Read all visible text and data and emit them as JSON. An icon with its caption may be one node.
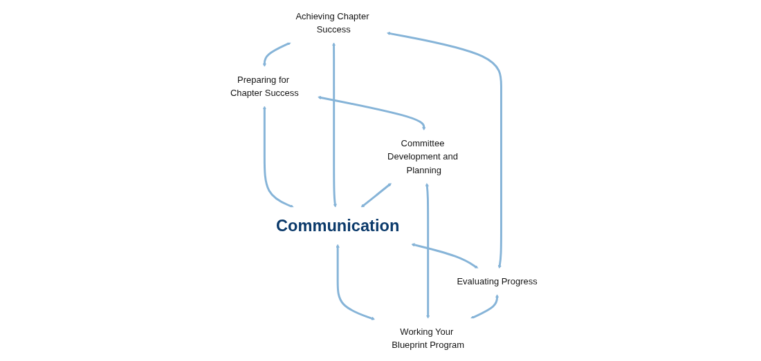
{
  "diagram": {
    "nodes": [
      {
        "text": [
          "Preparing for Chapter Success"
        ]
      },
      {
        "text": [
          "Achieving Chapter Success"
        ]
      },
      {
        "text": [
          "Committee Development and Planning"
        ]
      },
      {
        "text": [
          "Communication"
        ]
      },
      {
        "text": [
          "Evaluating Progress"
        ]
      },
      {
        "text": [
          "Working Your Blueprint Program"
        ]
      }
    ],
    "edges": [
      {
        "from": 1,
        "to": 0,
        "arrow": "both"
      },
      {
        "from": 0,
        "to": 2,
        "arrow": "both"
      },
      {
        "from": 0,
        "to": 3,
        "arrow": "both"
      },
      {
        "from": 1,
        "to": 3,
        "arrow": "both"
      },
      {
        "from": 2,
        "to": 3,
        "arrow": "both"
      },
      {
        "from": 3,
        "to": 4,
        "arrow": "both"
      },
      {
        "from": 3,
        "to": 5,
        "arrow": "both"
      },
      {
        "from": 1,
        "to": 4,
        "arrow": "both"
      },
      {
        "from": 2,
        "to": 5,
        "arrow": "both"
      },
      {
        "from": 4,
        "to": 5,
        "arrow": "both"
      }
    ]
  }
}
